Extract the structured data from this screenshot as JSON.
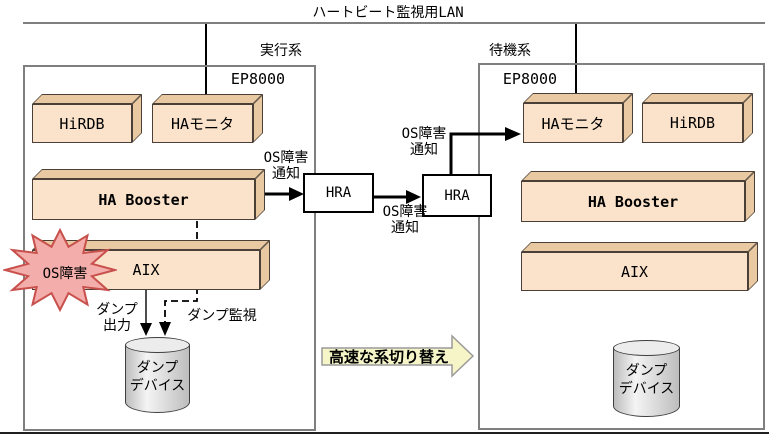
{
  "title": "ハートビート監視用LAN",
  "active": {
    "system_label": "実行系",
    "hw_label": "EP8000",
    "boxes": {
      "hirdb": "HiRDB",
      "ha_monitor": "HAモニタ",
      "ha_booster": "HA Booster",
      "aix": "AIX"
    },
    "dump_device": {
      "line1": "ダンプ",
      "line2": "デバイス"
    }
  },
  "standby": {
    "system_label": "待機系",
    "hw_label": "EP8000",
    "boxes": {
      "ha_monitor": "HAモニタ",
      "hirdb": "HiRDB",
      "ha_booster": "HA Booster",
      "aix": "AIX"
    },
    "dump_device": {
      "line1": "ダンプ",
      "line2": "デバイス"
    }
  },
  "middleware": {
    "hra_active": "HRA",
    "hra_standby": "HRA"
  },
  "annotations": {
    "os_failure_notice": {
      "line1": "OS障害",
      "line2": "通知"
    },
    "os_failure_burst": "OS障害",
    "dump_output": {
      "line1": "ダンプ",
      "line2": "出力"
    },
    "dump_watch": "ダンプ監視",
    "switchover": "高速な系切り替え"
  },
  "colors": {
    "box_face": "#fbe3cb",
    "box_shade": "#e9c9a2",
    "box_edge": "#4a4038",
    "frame_border": "#7f7f7f",
    "connector": "#000000",
    "burst_fill": "#f3adab",
    "burst_stroke": "#c8504c",
    "switch_fill": "#f5f5c8",
    "switch_stroke": "#9a9a9a",
    "cylinder_light": "#f4f4f4",
    "cylinder_dark": "#bdbdbd"
  }
}
